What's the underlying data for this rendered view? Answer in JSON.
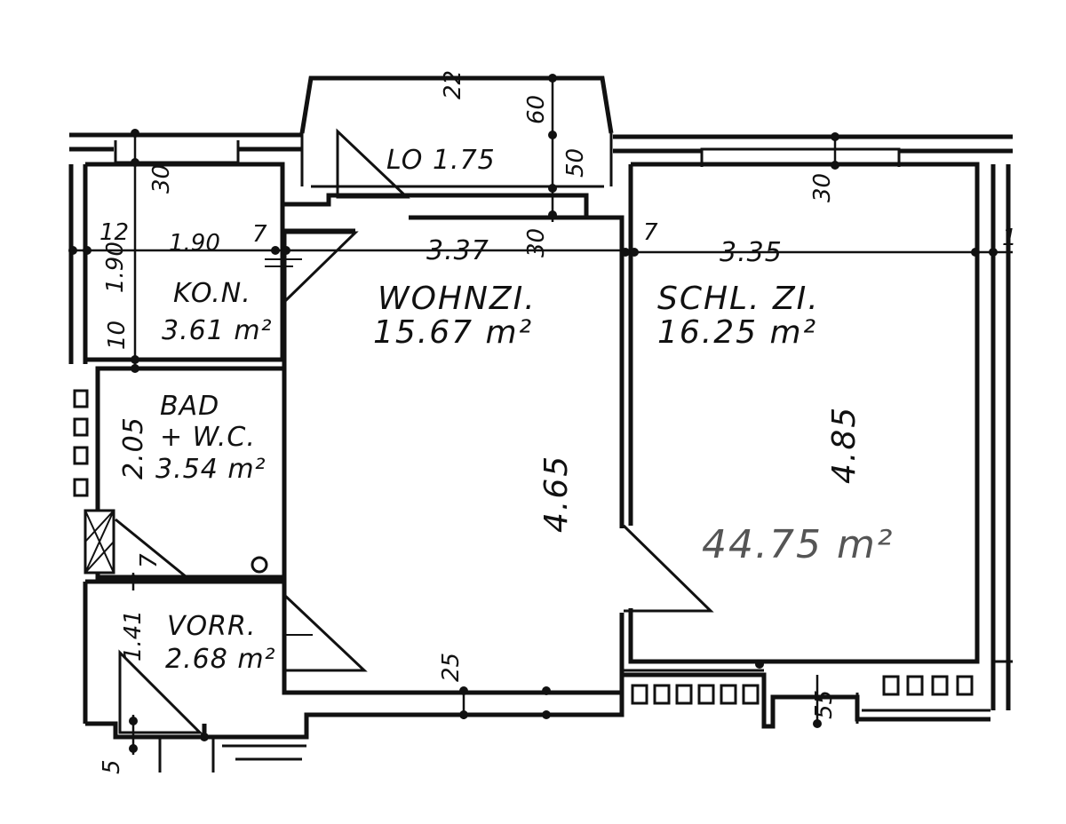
{
  "rooms": {
    "loggia": {
      "label": "LO 1.75"
    },
    "kitchen": {
      "name": "KO.N.",
      "area": "3.61 m²",
      "width": "1.90",
      "depth": "1.90"
    },
    "bath": {
      "name_line1": "BAD",
      "name_line2": "+ W.C.",
      "area": "3.54 m²",
      "depth": "2.05"
    },
    "hall": {
      "name": "VORR.",
      "area": "2.68 m²",
      "depth": "1.41"
    },
    "living": {
      "name": "WOHNZI.",
      "area": "15.67 m²",
      "width": "3.37",
      "depth": "4.65"
    },
    "bedroom": {
      "name": "SCHL. ZI.",
      "area": "16.25 m²",
      "width": "3.35",
      "depth": "4.85"
    }
  },
  "total_area_handwritten": "44.75 m²",
  "wall_dims": {
    "w12": "12",
    "w7a": "7",
    "w7b": "7",
    "w7c": "7",
    "w10": "10",
    "w30a": "30",
    "w30b": "30",
    "w30c": "30",
    "w22a": "22",
    "w60": "60",
    "w50": "50",
    "w25": "25",
    "w55": "55",
    "w5": "5",
    "w1": "1"
  }
}
